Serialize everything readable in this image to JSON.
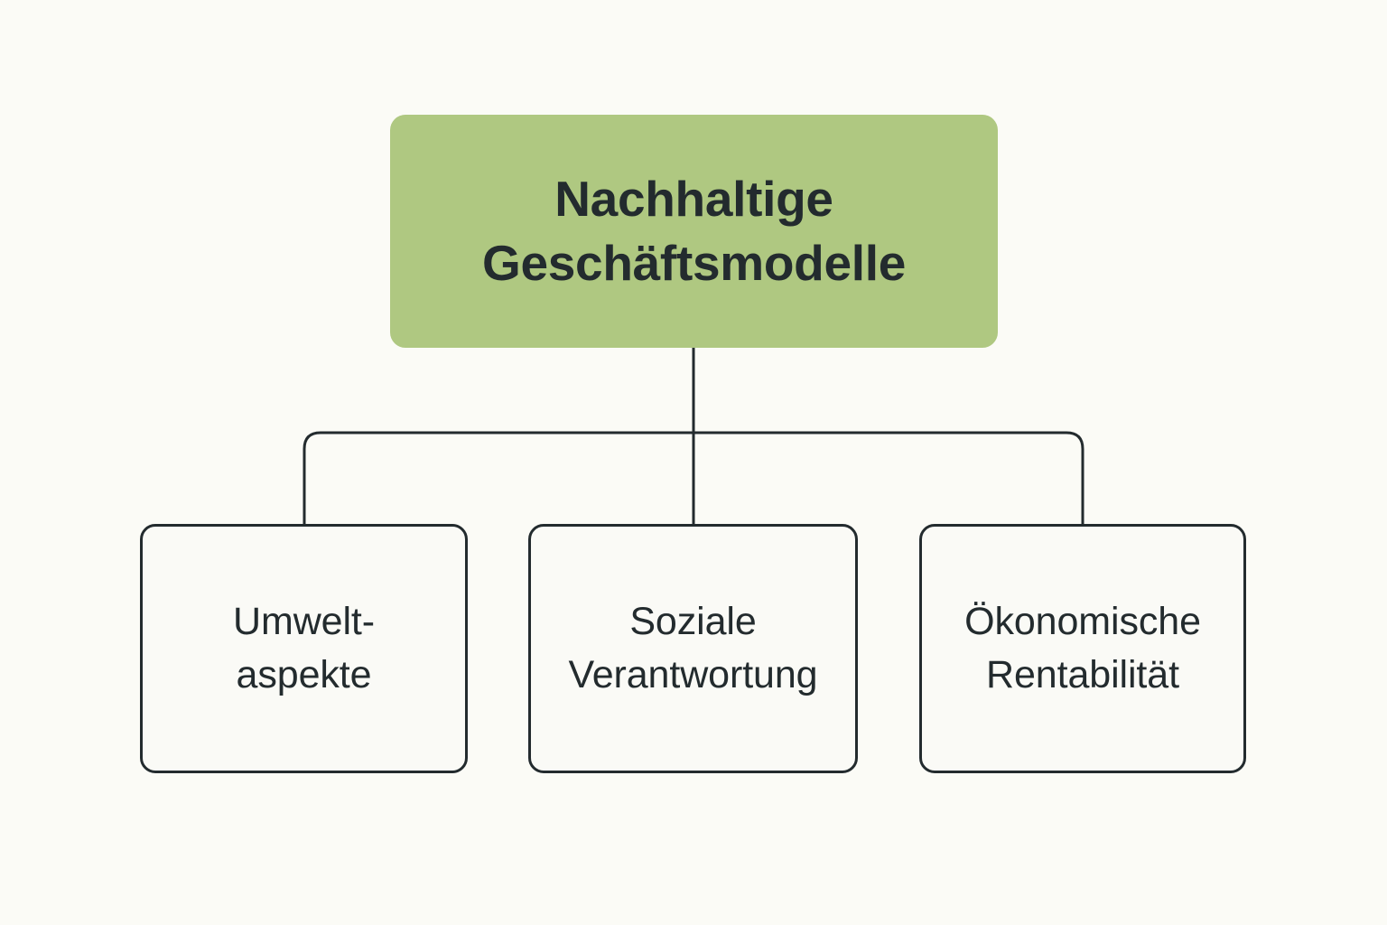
{
  "diagram": {
    "type": "hierarchy-tree",
    "title": "Nachhaltige Geschäftsmodelle",
    "background_color": "#FBFBF6",
    "root": {
      "id": "root",
      "label": "Nachhaltige\nGeschäftsmodelle",
      "line1": "Nachhaltige",
      "line2": "Geschäftsmodelle",
      "fill_color": "#AFC881",
      "text_color": "#232B2E"
    },
    "children": [
      {
        "id": "umweltaspekte",
        "label": "Umwelt-\naspekte",
        "line1": "Umwelt-",
        "line2": "aspekte",
        "fill_color": "#FAFAF6",
        "border_color": "#232B2E",
        "text_color": "#232B2E"
      },
      {
        "id": "soziale-verantwortung",
        "label": "Soziale\nVerantwortung",
        "line1": "Soziale",
        "line2": "Verantwortung",
        "fill_color": "#FAFAF6",
        "border_color": "#232B2E",
        "text_color": "#232B2E"
      },
      {
        "id": "oekonomische-rentabilitaet",
        "label": "Ökonomische\nRentabilität",
        "line1": "Ökonomische",
        "line2": "Rentabilität",
        "fill_color": "#FAFAF6",
        "border_color": "#232B2E",
        "text_color": "#232B2E"
      }
    ],
    "connectors": {
      "stroke_color": "#232B2E",
      "stroke_width": 3,
      "style": "orthogonal-rounded"
    }
  }
}
